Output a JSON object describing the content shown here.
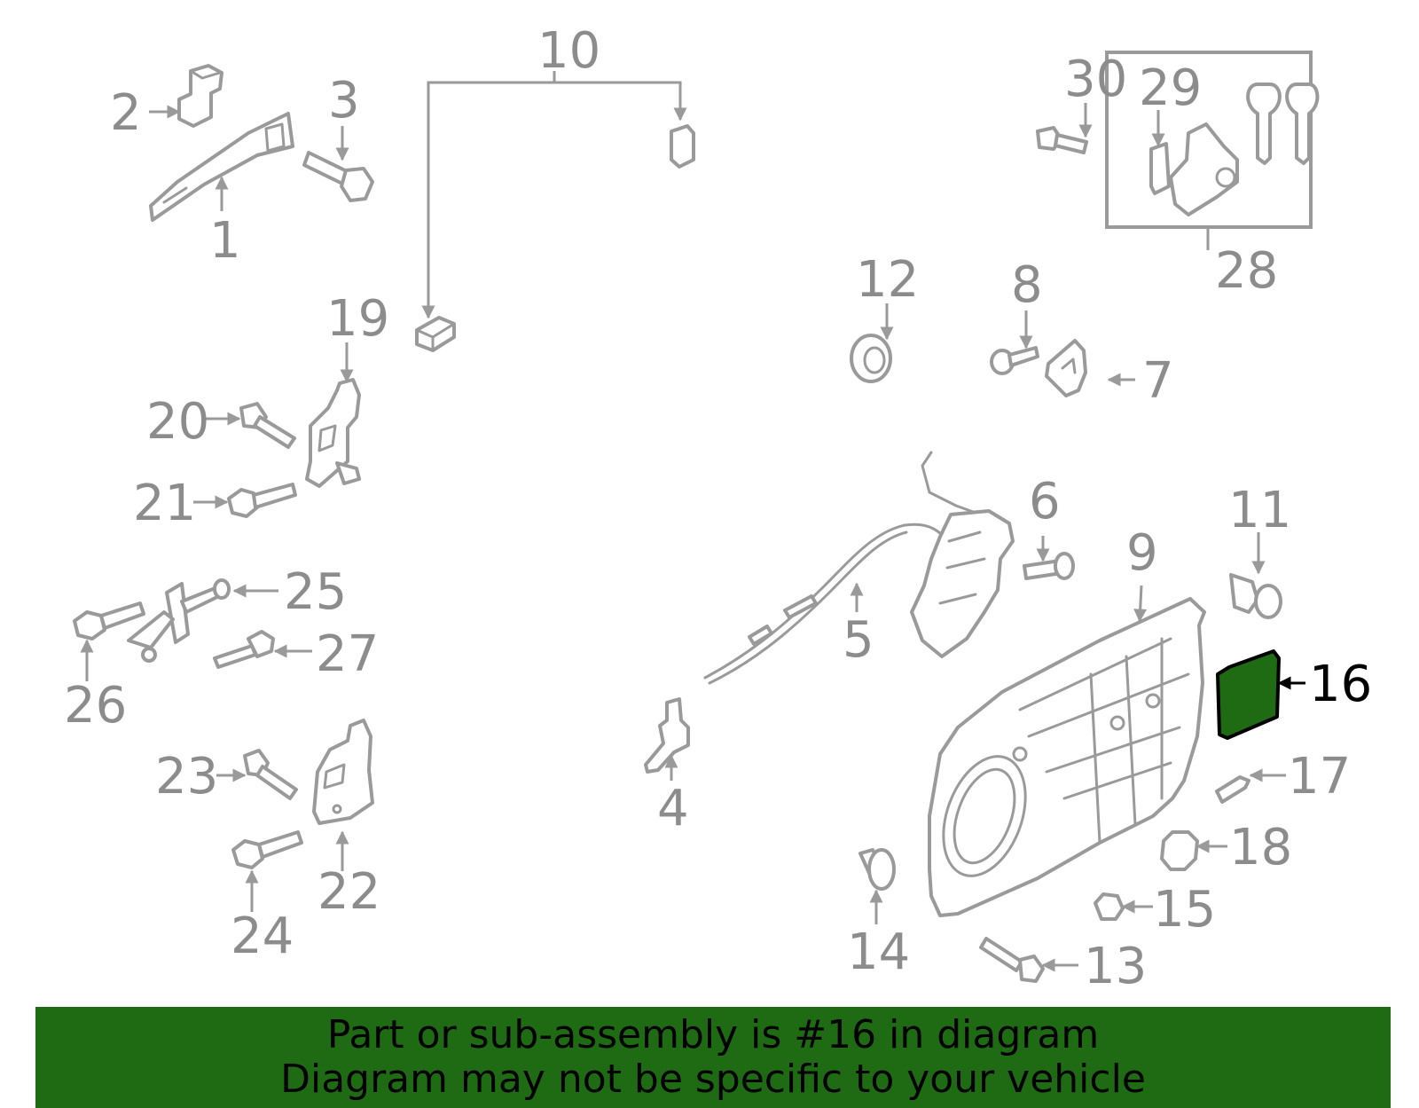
{
  "highlight": {
    "part_number": "16",
    "color": "#1f6b14"
  },
  "callouts": {
    "c1": "1",
    "c2": "2",
    "c3": "3",
    "c4": "4",
    "c5": "5",
    "c6": "6",
    "c7": "7",
    "c8": "8",
    "c9": "9",
    "c10": "10",
    "c11": "11",
    "c12": "12",
    "c13": "13",
    "c14": "14",
    "c15": "15",
    "c16": "16",
    "c17": "17",
    "c18": "18",
    "c19": "19",
    "c20": "20",
    "c21": "21",
    "c22": "22",
    "c23": "23",
    "c24": "24",
    "c25": "25",
    "c26": "26",
    "c27": "27",
    "c28": "28",
    "c29": "29",
    "c30": "30"
  },
  "banner": {
    "line1": "Part or sub-assembly is #16 in diagram",
    "line2": "Diagram may not be specific to your vehicle"
  }
}
